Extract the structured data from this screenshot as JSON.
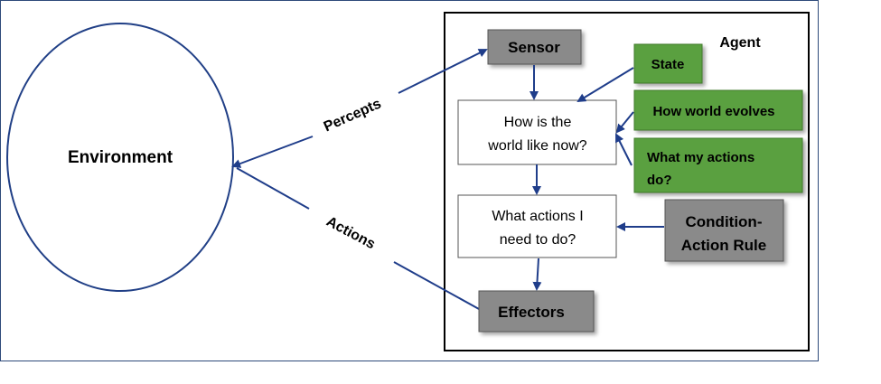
{
  "diagram": {
    "environment": "Environment",
    "agent_label": "Agent",
    "percepts": "Percepts",
    "actions": "Actions",
    "sensor": "Sensor",
    "effectors": "Effectors",
    "world_now": [
      "How is the",
      "world like now?"
    ],
    "actions_needed": [
      "What actions I",
      "need to do?"
    ],
    "state": "State",
    "world_evolves": "How world evolves",
    "my_actions": [
      "What my actions",
      "do?"
    ],
    "condition_rule": [
      "Condition-",
      "Action Rule"
    ]
  },
  "colors": {
    "outline_blue": "#203f86",
    "gray_box": "#8a8a8a",
    "green_box": "#5aa040",
    "arrow_blue": "#1f3d8a"
  }
}
